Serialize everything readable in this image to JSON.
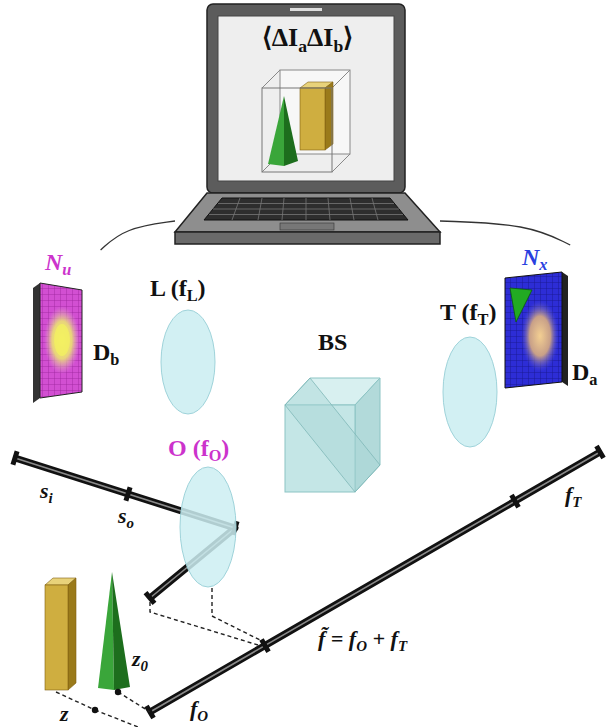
{
  "diagram": {
    "nodes": [
      {
        "text": [
          "⟨ΔIaΔIb⟩"
        ]
      },
      {
        "text": [
          "Nu",
          "Db"
        ]
      },
      {
        "text": [
          "Nx",
          "Da"
        ]
      }
    ],
    "edges": [
      {
        "from": 0,
        "to": 1,
        "arrow": "none"
      },
      {
        "from": 0,
        "to": 2,
        "arrow": "none"
      }
    ],
    "labels": [
      "L (fL)",
      "O (fO)",
      "BS",
      "T (fT)",
      "si",
      "so",
      "fT",
      "f̃ = fO + fT",
      "fO",
      "z0",
      "z"
    ]
  }
}
